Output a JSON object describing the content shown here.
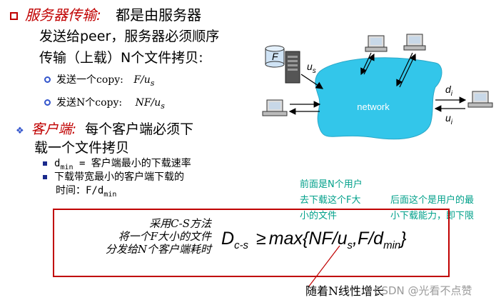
{
  "server": {
    "heading": "服务器传输:",
    "line1_tail": "都是由服务器",
    "line2": "发送给peer，服务器必须顺序",
    "line3": "传输（上载）N个文件拷贝:",
    "sub1_text": "发送一个copy:",
    "sub1_formula": "F/u",
    "sub1_sub": "s",
    "sub2_text": "发送N个copy:",
    "sub2_formula": "NF/u",
    "sub2_sub": "s"
  },
  "client": {
    "heading": "客户端:",
    "line1_tail": "每个客户端必须下",
    "line2": "载一个文件拷贝",
    "b1_a": "d",
    "b1_sub": "min",
    "b1_b": "= 客户端最小的下载速率",
    "b2_line1": "下载带宽最小的客户端下载的",
    "b2_line2_a": "时间：F/d",
    "b2_line2_sub": "min"
  },
  "diagram": {
    "network_label": "network",
    "file_label": "F",
    "us_label": "u",
    "us_sub": "s",
    "di_label": "d",
    "di_sub": "i",
    "ui_label": "u",
    "ui_sub": "i"
  },
  "notes": {
    "left_l1": "前面是N个用户",
    "left_l2": "去下载这个F大",
    "left_l3": "小的文件",
    "right_l1": "后面这个是用户的最",
    "right_l2": "小下载能力，即下限",
    "bottom": "随着N线性增长"
  },
  "box": {
    "caption_l1": "采用C-S方法",
    "caption_l2": "将一个F大小的文件",
    "caption_l3": "分发给N个客户端耗时",
    "formula_D": "D",
    "formula_Dsub": "c-s",
    "formula_ge": "≥",
    "formula_main": "max{NF/u",
    "formula_sub1": "s",
    "formula_mid": ",F/d",
    "formula_sub2": "min",
    "formula_end": "}"
  },
  "watermark": "CSDN @光看不点赞",
  "colors": {
    "red": "#c00000",
    "teal": "#00a08a",
    "network": "#33c6ea",
    "box_border": "#c00000"
  }
}
